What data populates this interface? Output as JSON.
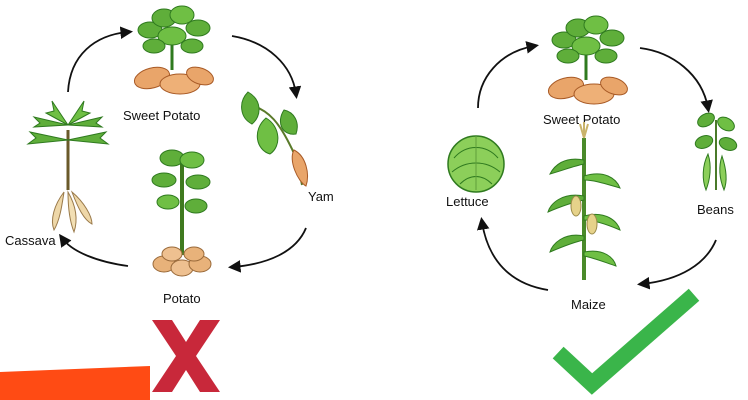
{
  "diagram_left": {
    "verdict": "incorrect",
    "verdict_icon": "red-x-icon",
    "crops": [
      "Sweet Potato",
      "Yam",
      "Potato",
      "Cassava"
    ]
  },
  "diagram_right": {
    "verdict": "correct",
    "verdict_icon": "green-check-icon",
    "crops": [
      "Sweet Potato",
      "Beans",
      "Maize",
      "Lettuce"
    ]
  },
  "colors": {
    "wrong": "#c8283a",
    "right": "#3ab54a",
    "accent_bar": "#ff4b14",
    "leaf": "#5fae3a",
    "leaf_dark": "#2f7a1f",
    "tuber": "#e9a56a",
    "stem": "#6a8a2a"
  }
}
